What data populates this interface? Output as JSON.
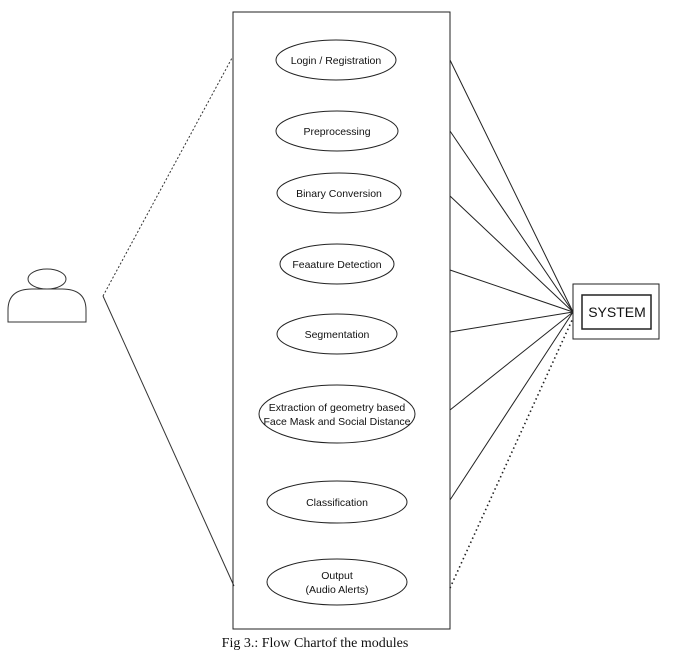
{
  "diagram": {
    "use_cases": [
      {
        "lines": [
          "Login / Registration"
        ]
      },
      {
        "lines": [
          "Preprocessing"
        ]
      },
      {
        "lines": [
          "Binary Conversion"
        ]
      },
      {
        "lines": [
          "Feaature Detection"
        ]
      },
      {
        "lines": [
          "Segmentation"
        ]
      },
      {
        "lines": [
          "Extraction of geometry based",
          "Face Mask and Social Distance"
        ]
      },
      {
        "lines": [
          "Classification"
        ]
      },
      {
        "lines": [
          "Output",
          "(Audio Alerts)"
        ]
      }
    ],
    "system_label": "SYSTEM",
    "caption": "Fig 3.: Flow Chartof the modules"
  }
}
